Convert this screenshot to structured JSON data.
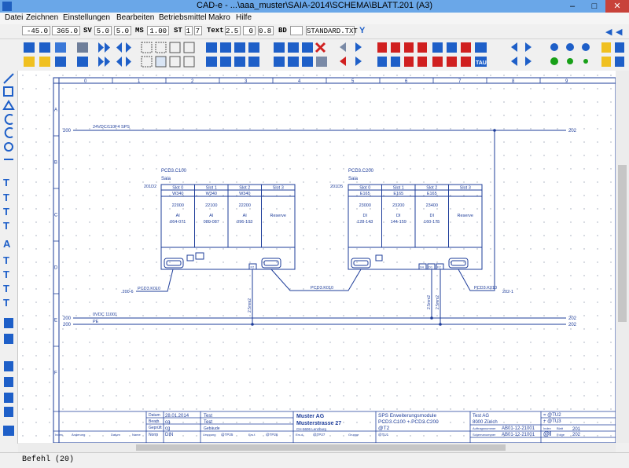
{
  "window": {
    "title": "CAD-e - ...\\aaa_muster\\SAIA-2014\\SCHEMA\\BLATT.201 (A3)",
    "min": "–",
    "max": "□",
    "close": "✕"
  },
  "menu": [
    "Datei",
    "Zeichnen",
    "Einstellungen",
    "Bearbeiten",
    "Betriebsmittel",
    "Makro",
    "Hilfe"
  ],
  "params": {
    "x": "-45.0",
    "y": "365.0",
    "sv_label": "SV",
    "sv1": "5.0",
    "sv2": "5.0",
    "ms_label": "MS",
    "ms": "1.00",
    "st_label": "ST",
    "st1": "1",
    "st2": "7",
    "text_label": "Text",
    "t1": "2.5",
    "t2": "0",
    "t3": "0.8",
    "bd_label": "BD",
    "bd": "",
    "font": "STANDARD.TXT"
  },
  "toolbar_icons": [
    "open-icon",
    "save-icon",
    "print-icon",
    "nav-first-icon",
    "nav-prev-icon",
    "grid-icon",
    "zoom-icon",
    "rotate-icon",
    "mirror-icon",
    "cut-icon",
    "delete-icon",
    "undo-icon",
    "redo-icon",
    "contact-icon",
    "terminal-icon",
    "tau-icon",
    "arrow-icon",
    "circle-icon",
    "filter-icon"
  ],
  "canvas": {
    "columns": [
      "0",
      "1",
      "2",
      "3",
      "4",
      "5",
      "6",
      "7",
      "8",
      "9"
    ],
    "rows": [
      "A",
      "B",
      "C",
      "D",
      "E",
      "F"
    ],
    "rail_top": {
      "left": "200",
      "right": "202",
      "label": "24VDC/110F4 SPS"
    },
    "rail_0v": {
      "left": "200",
      "right": "202",
      "label": "0VDC 11001"
    },
    "rail_pe": {
      "left": "200",
      "right": "202",
      "label": "PE"
    },
    "plc1": {
      "name": "PCD3.C100",
      "sub": "Saia",
      "ref": "201D2",
      "slots": [
        {
          "h": "Slot 0",
          "type": "W340",
          "code": "22000",
          "kind": "AI",
          "addr": "064-071"
        },
        {
          "h": "Slot 1",
          "type": "W340",
          "code": "22100",
          "kind": "AI",
          "addr": "080-087"
        },
        {
          "h": "Slot 2",
          "type": "W340",
          "code": "22200",
          "kind": "AI",
          "addr": "096-103"
        },
        {
          "h": "Slot 3",
          "type": "",
          "code": "",
          "kind": "Reserve",
          "addr": ""
        }
      ],
      "cable": "PCD3.K010",
      "cable_ref": ".200-6",
      "term": "F2"
    },
    "plc2": {
      "name": "PCD3.C200",
      "sub": "Saia",
      "ref": "201D5",
      "slots": [
        {
          "h": "Slot 0",
          "type": "E165",
          "code": "23000",
          "kind": "DI",
          "addr": "128-143"
        },
        {
          "h": "Slot 1",
          "type": "E165",
          "code": "23200",
          "kind": "DI",
          "addr": "144-159"
        },
        {
          "h": "Slot 2",
          "type": "E165",
          "code": "23400",
          "kind": "DI",
          "addr": "160-175"
        },
        {
          "h": "Slot 3",
          "type": "",
          "code": "",
          "kind": "Reserve",
          "addr": ""
        }
      ],
      "cable": "PCD3.K010",
      "cable_ref": "202-1",
      "terms": [
        "X4",
        "D1",
        "F2"
      ]
    },
    "link_cable": "PCD3.K010",
    "wire": "2.5mm2",
    "title_block": {
      "datum_label": "Datum",
      "datum": "28.01.2014",
      "bearb_label": "Bearb.",
      "bearb": "cg",
      "gepr_label": "Geprüft",
      "gepr": "cg",
      "norm_label": "Norm",
      "norm": "DIN",
      "project": "Test",
      "project2": "Test",
      "project3": "Gebäude",
      "company": "Muster AG",
      "street": "Musterstrasse 27",
      "city": "CH-5606 Lenzburg",
      "doc_title1": "SPS Erweiterungsmodule",
      "doc_title2": "PCD3.C100 + PCD3.C200",
      "doc_title3": "@T2",
      "client": "Test AG",
      "client_city": "8000 Zürich",
      "auftrag_label": "Auftragsnummer",
      "auftrag": "AB01-12-21001",
      "schema_label": "Schemanummer",
      "schema": "AB01-12-21001",
      "tag1": "= @TU2",
      "tag2": "+ @TU3",
      "page_label": "Blatt",
      "page": "201",
      "folge_label": "Folge",
      "folge": "202",
      "index": "@I",
      "bottom": {
        "index": "Index",
        "aend": "Änderung",
        "datum": "Datum",
        "name": "Name",
        "urspr": "Ursprung",
        "urspr_v": "@TP25",
        "ers": "Ers.f.",
        "ers_v": "@TP26",
        "ersd": "Ers.d.",
        "ersd_v": "@TP27",
        "gruppe": "Gruppe",
        "gruppe_v": "@TU1",
        "index_col": "Index"
      }
    }
  },
  "status": "Befehl (20)"
}
